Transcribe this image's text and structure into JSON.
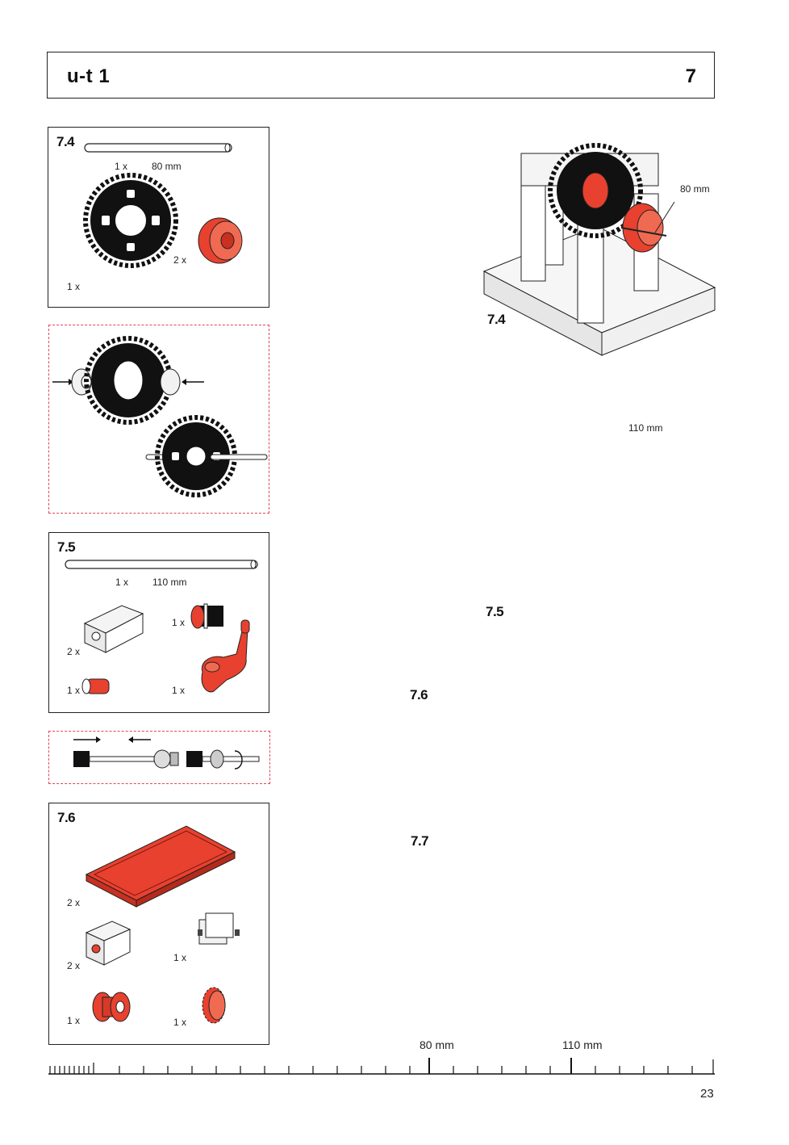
{
  "header": {
    "code": "u-t 1",
    "page_number": "7"
  },
  "parts": {
    "p74": {
      "step": "7.4",
      "axle_qty": "1 x",
      "axle_length": "80 mm",
      "gear_qty": "1 x",
      "hub_qty": "2 x"
    },
    "p75": {
      "step": "7.5",
      "axle_qty": "1 x",
      "axle_length": "110 mm",
      "block_qty": "2 x",
      "pinion_qty": "1 x",
      "clip_qty": "1 x",
      "crank_qty": "1 x"
    },
    "p76": {
      "step": "7.6",
      "plate_qty": "2 x",
      "block_qty": "2 x",
      "hinge_qty": "1 x",
      "hub_qty": "1 x",
      "gear_qty": "1 x"
    }
  },
  "assembly": {
    "a74": {
      "label": "7.4",
      "axle_callout": "80 mm"
    },
    "a75": {
      "label": "7.5",
      "axle_callout": "110 mm"
    },
    "a76": {
      "label": "7.6"
    },
    "a77": {
      "label": "7.7"
    }
  },
  "scale": {
    "label_80": "80 mm",
    "label_110": "110 mm"
  },
  "footer": {
    "page": "23"
  },
  "colors": {
    "accent_red": "#e8412f",
    "dashed_border": "#e2475a",
    "ink": "#111111"
  }
}
